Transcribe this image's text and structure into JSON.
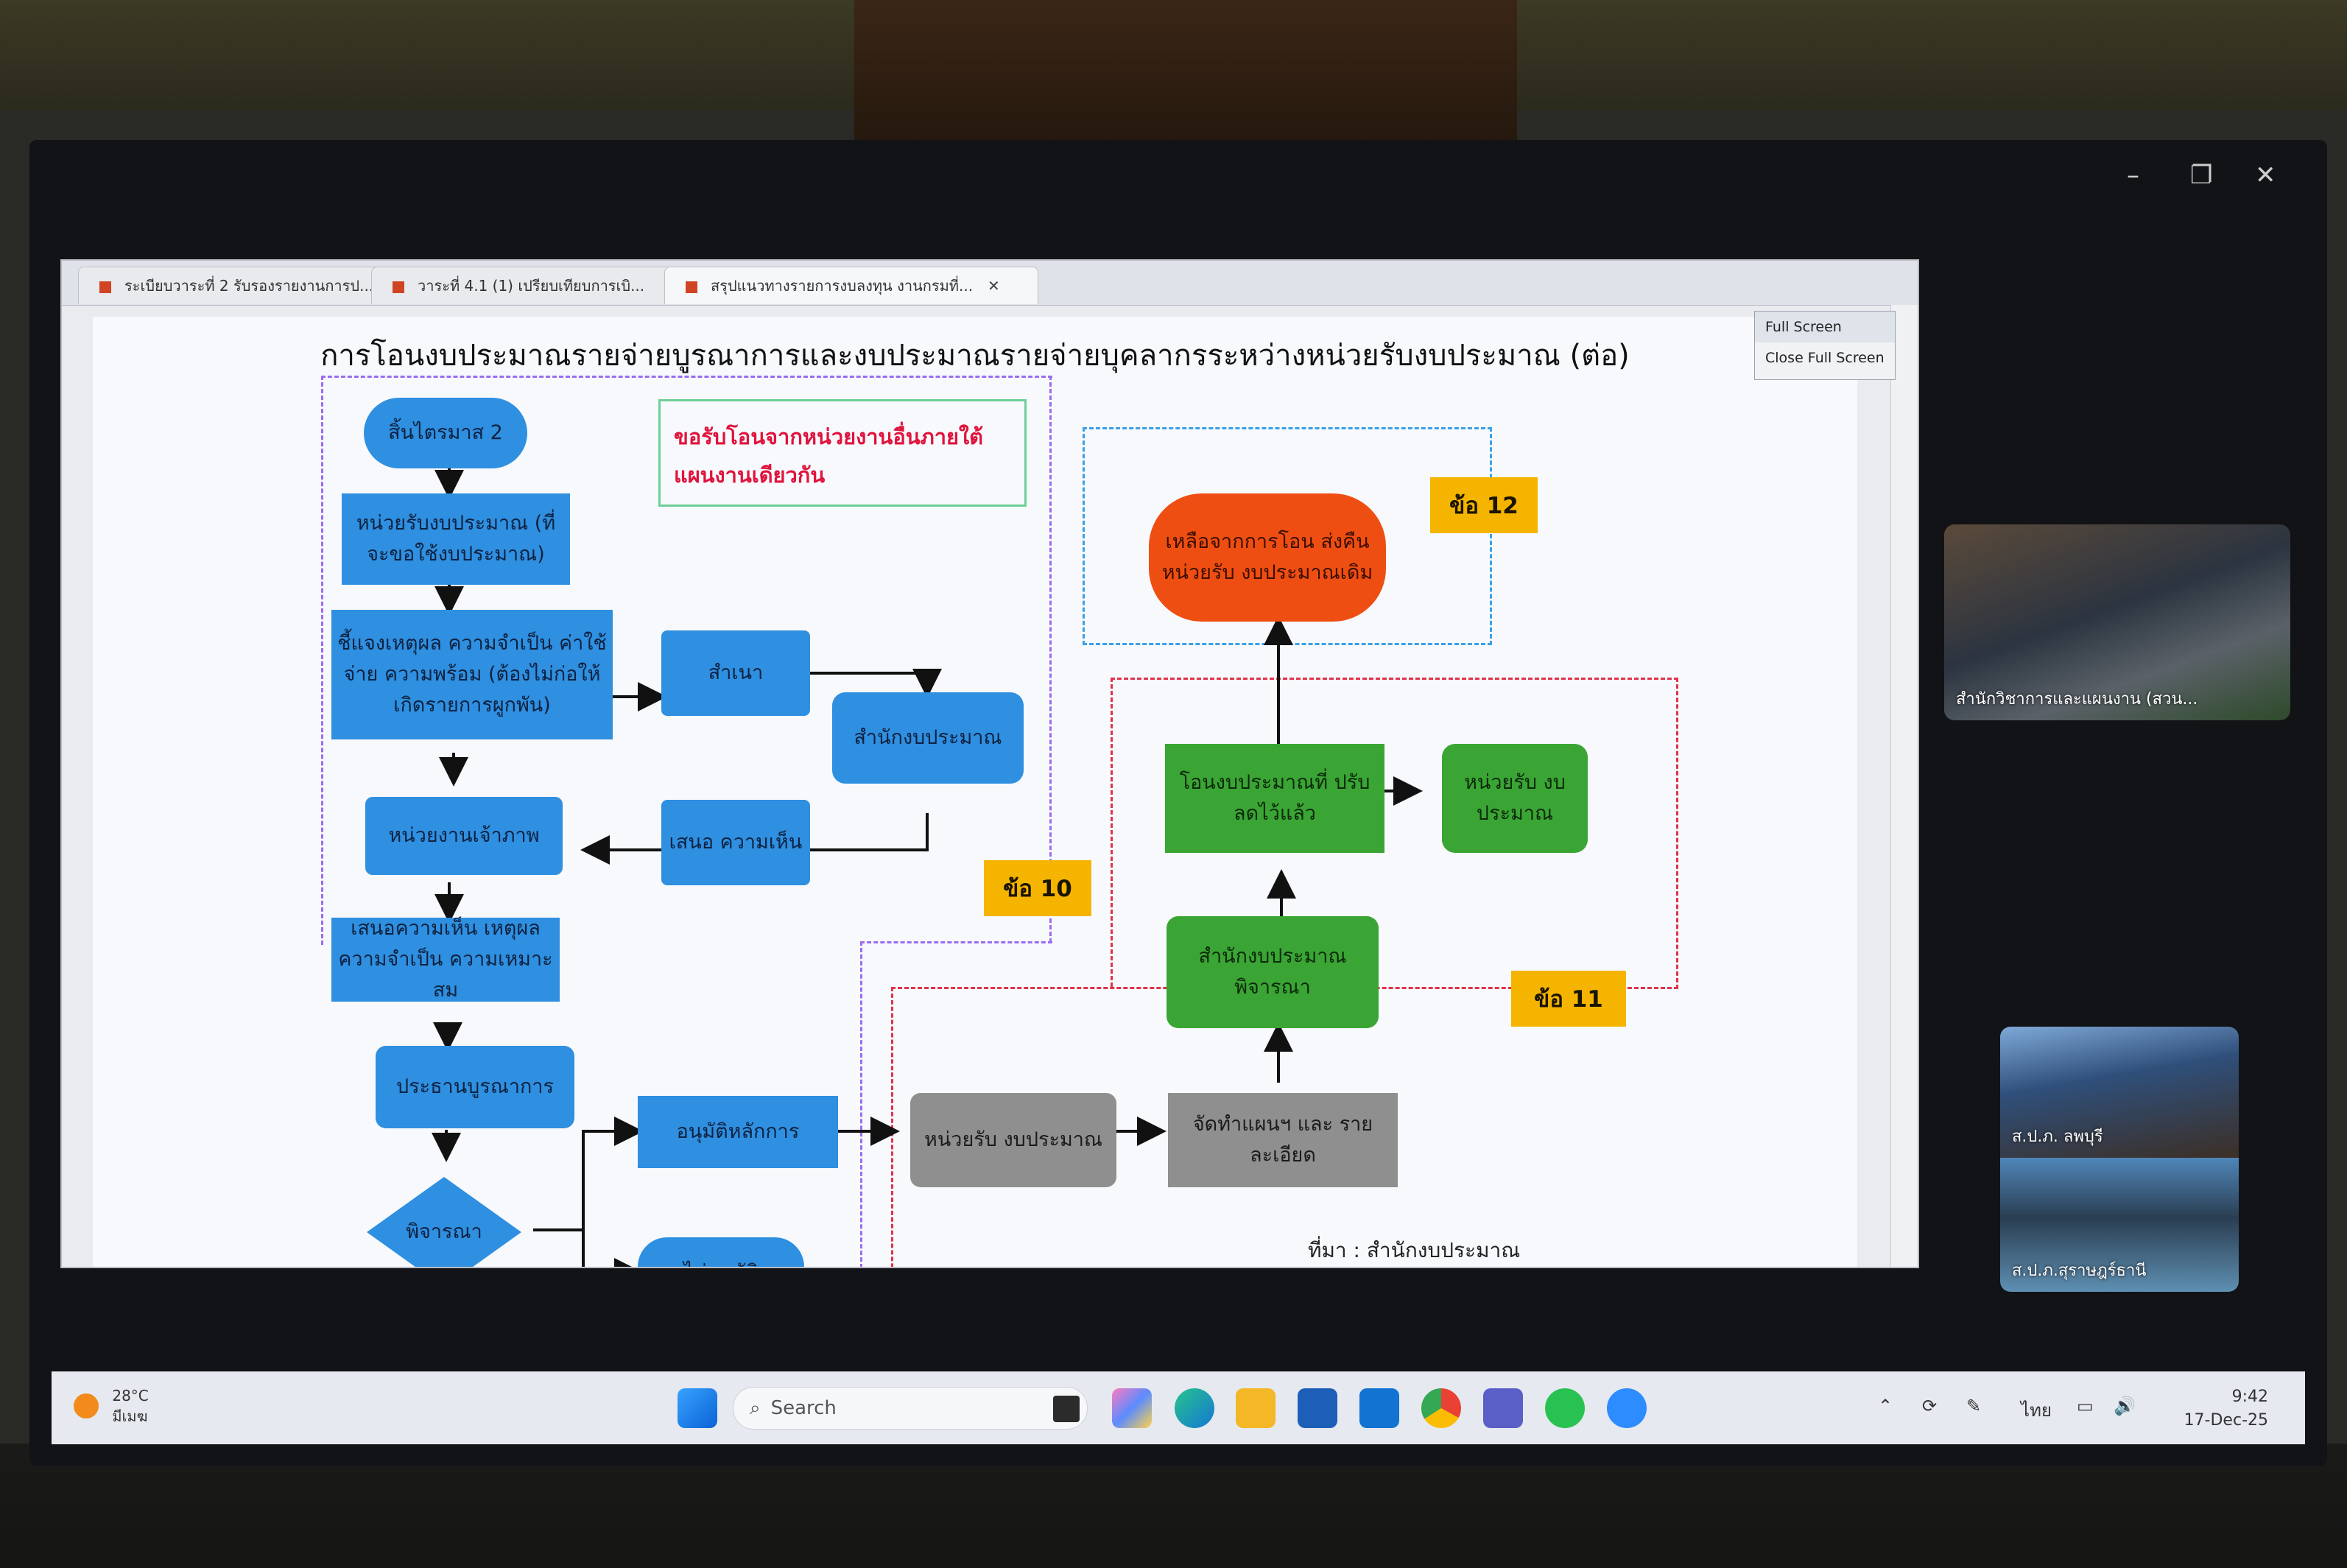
{
  "window_controls": {
    "minimize": "–",
    "restore": "❐",
    "close": "✕"
  },
  "tabs": [
    {
      "label": "ระเบียบวาระที่ 2 รับรองรายงานการป..."
    },
    {
      "label": "วาระที่ 4.1 (1) เปรียบเทียบการเบิ..."
    },
    {
      "label": "สรุปแนวทางรายการงบลงทุน งานกรมที่..."
    }
  ],
  "tab_close": "✕",
  "fullscreen_menu": {
    "item1": "Full Screen",
    "item2": "Close Full Screen"
  },
  "slide": {
    "title": "การโอนงบประมาณรายจ่ายบูรณาการและงบประมาณรายจ่ายบุคลากรระหว่างหน่วยรับงบประมาณ (ต่อ)",
    "note": "ขอรับโอนจากหน่วยงานอื่นภายใต้แผนงานเดียวกัน",
    "source": "ที่มา : สำนักงบประมาณ",
    "nodes": {
      "q2": "สิ้นไตรมาส 2",
      "unit": "หน่วยรับงบประมาณ (ที่จะขอใช้งบประมาณ)",
      "justify": "ชี้แจงเหตุผล ความจำเป็น ค่าใช้จ่าย ความพร้อม (ต้องไม่ก่อให้เกิดรายการผูกพัน)",
      "copy": "สำเนา",
      "bb_office": "สำนักงบประมาณ",
      "propose_opinion": "เสนอ ความเห็น",
      "host": "หน่วยงานเจ้าภาพ",
      "propose_reason": "เสนอความเห็น เหตุผล ความจำเป็น ความเหมาะสม",
      "chair": "ประธานบูรณาการ",
      "consider": "พิจารณา",
      "approve": "อนุมัติหลักการ",
      "reject": "ไม่อนุมัติ",
      "unit2": "หน่วยรับ งบประมาณ",
      "plan": "จัดทำแผนฯ และ รายละเอียด",
      "bb_consider": "สำนักงบประมาณ พิจารณา",
      "transfer": "โอนงบประมาณที่ ปรับลดไว้แล้ว",
      "receiver": "หน่วยรับ งบประมาณ",
      "leftover": "เหลือจากการโอน ส่งคืนหน่วยรับ งบประมาณเดิม"
    },
    "tags": {
      "t10": "ข้อ 10",
      "t11": "ข้อ 11",
      "t12": "ข้อ 12"
    },
    "colors": {
      "blue": "#2f8fe0",
      "green": "#3aa534",
      "gray": "#8f8f8f",
      "orange": "#ef4e12",
      "tag": "#f5b400",
      "note_text": "#e0133d"
    }
  },
  "videos": [
    {
      "label": "สำนักวิชาการและแผนงาน (สวน..."
    },
    {
      "label": "ส.ป.ภ. ลพบุรี"
    },
    {
      "label": "ส.ป.ภ.สุราษฎร์ธานี"
    }
  ],
  "taskbar": {
    "weather_temp": "28°C",
    "weather_desc": "มีเมฆ",
    "search_placeholder": "Search",
    "language": "ไทย",
    "time": "9:42",
    "date": "17-Dec-25"
  }
}
